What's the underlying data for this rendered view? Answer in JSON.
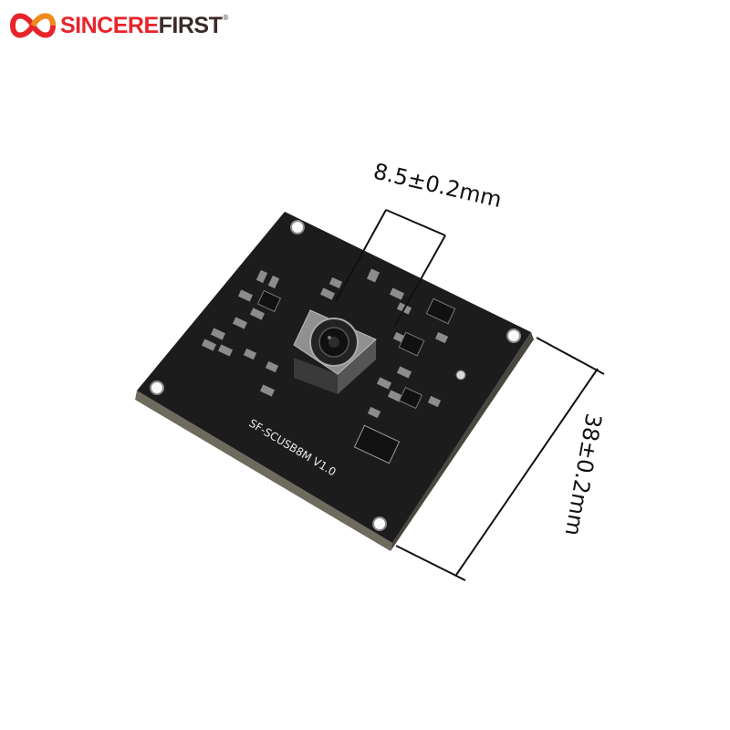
{
  "brand": {
    "name_red": "SINCERE",
    "name_dark": "FIRST",
    "trademark": "®",
    "color_red": "#e8242b",
    "color_dark": "#3a2a2a"
  },
  "product": {
    "board_label": "SF-SCUSB8M V1.0",
    "board_color": "#1c1c1c"
  },
  "dimensions": {
    "lens_width": "8.5±0.2mm",
    "board_height": "38±0.2mm"
  }
}
